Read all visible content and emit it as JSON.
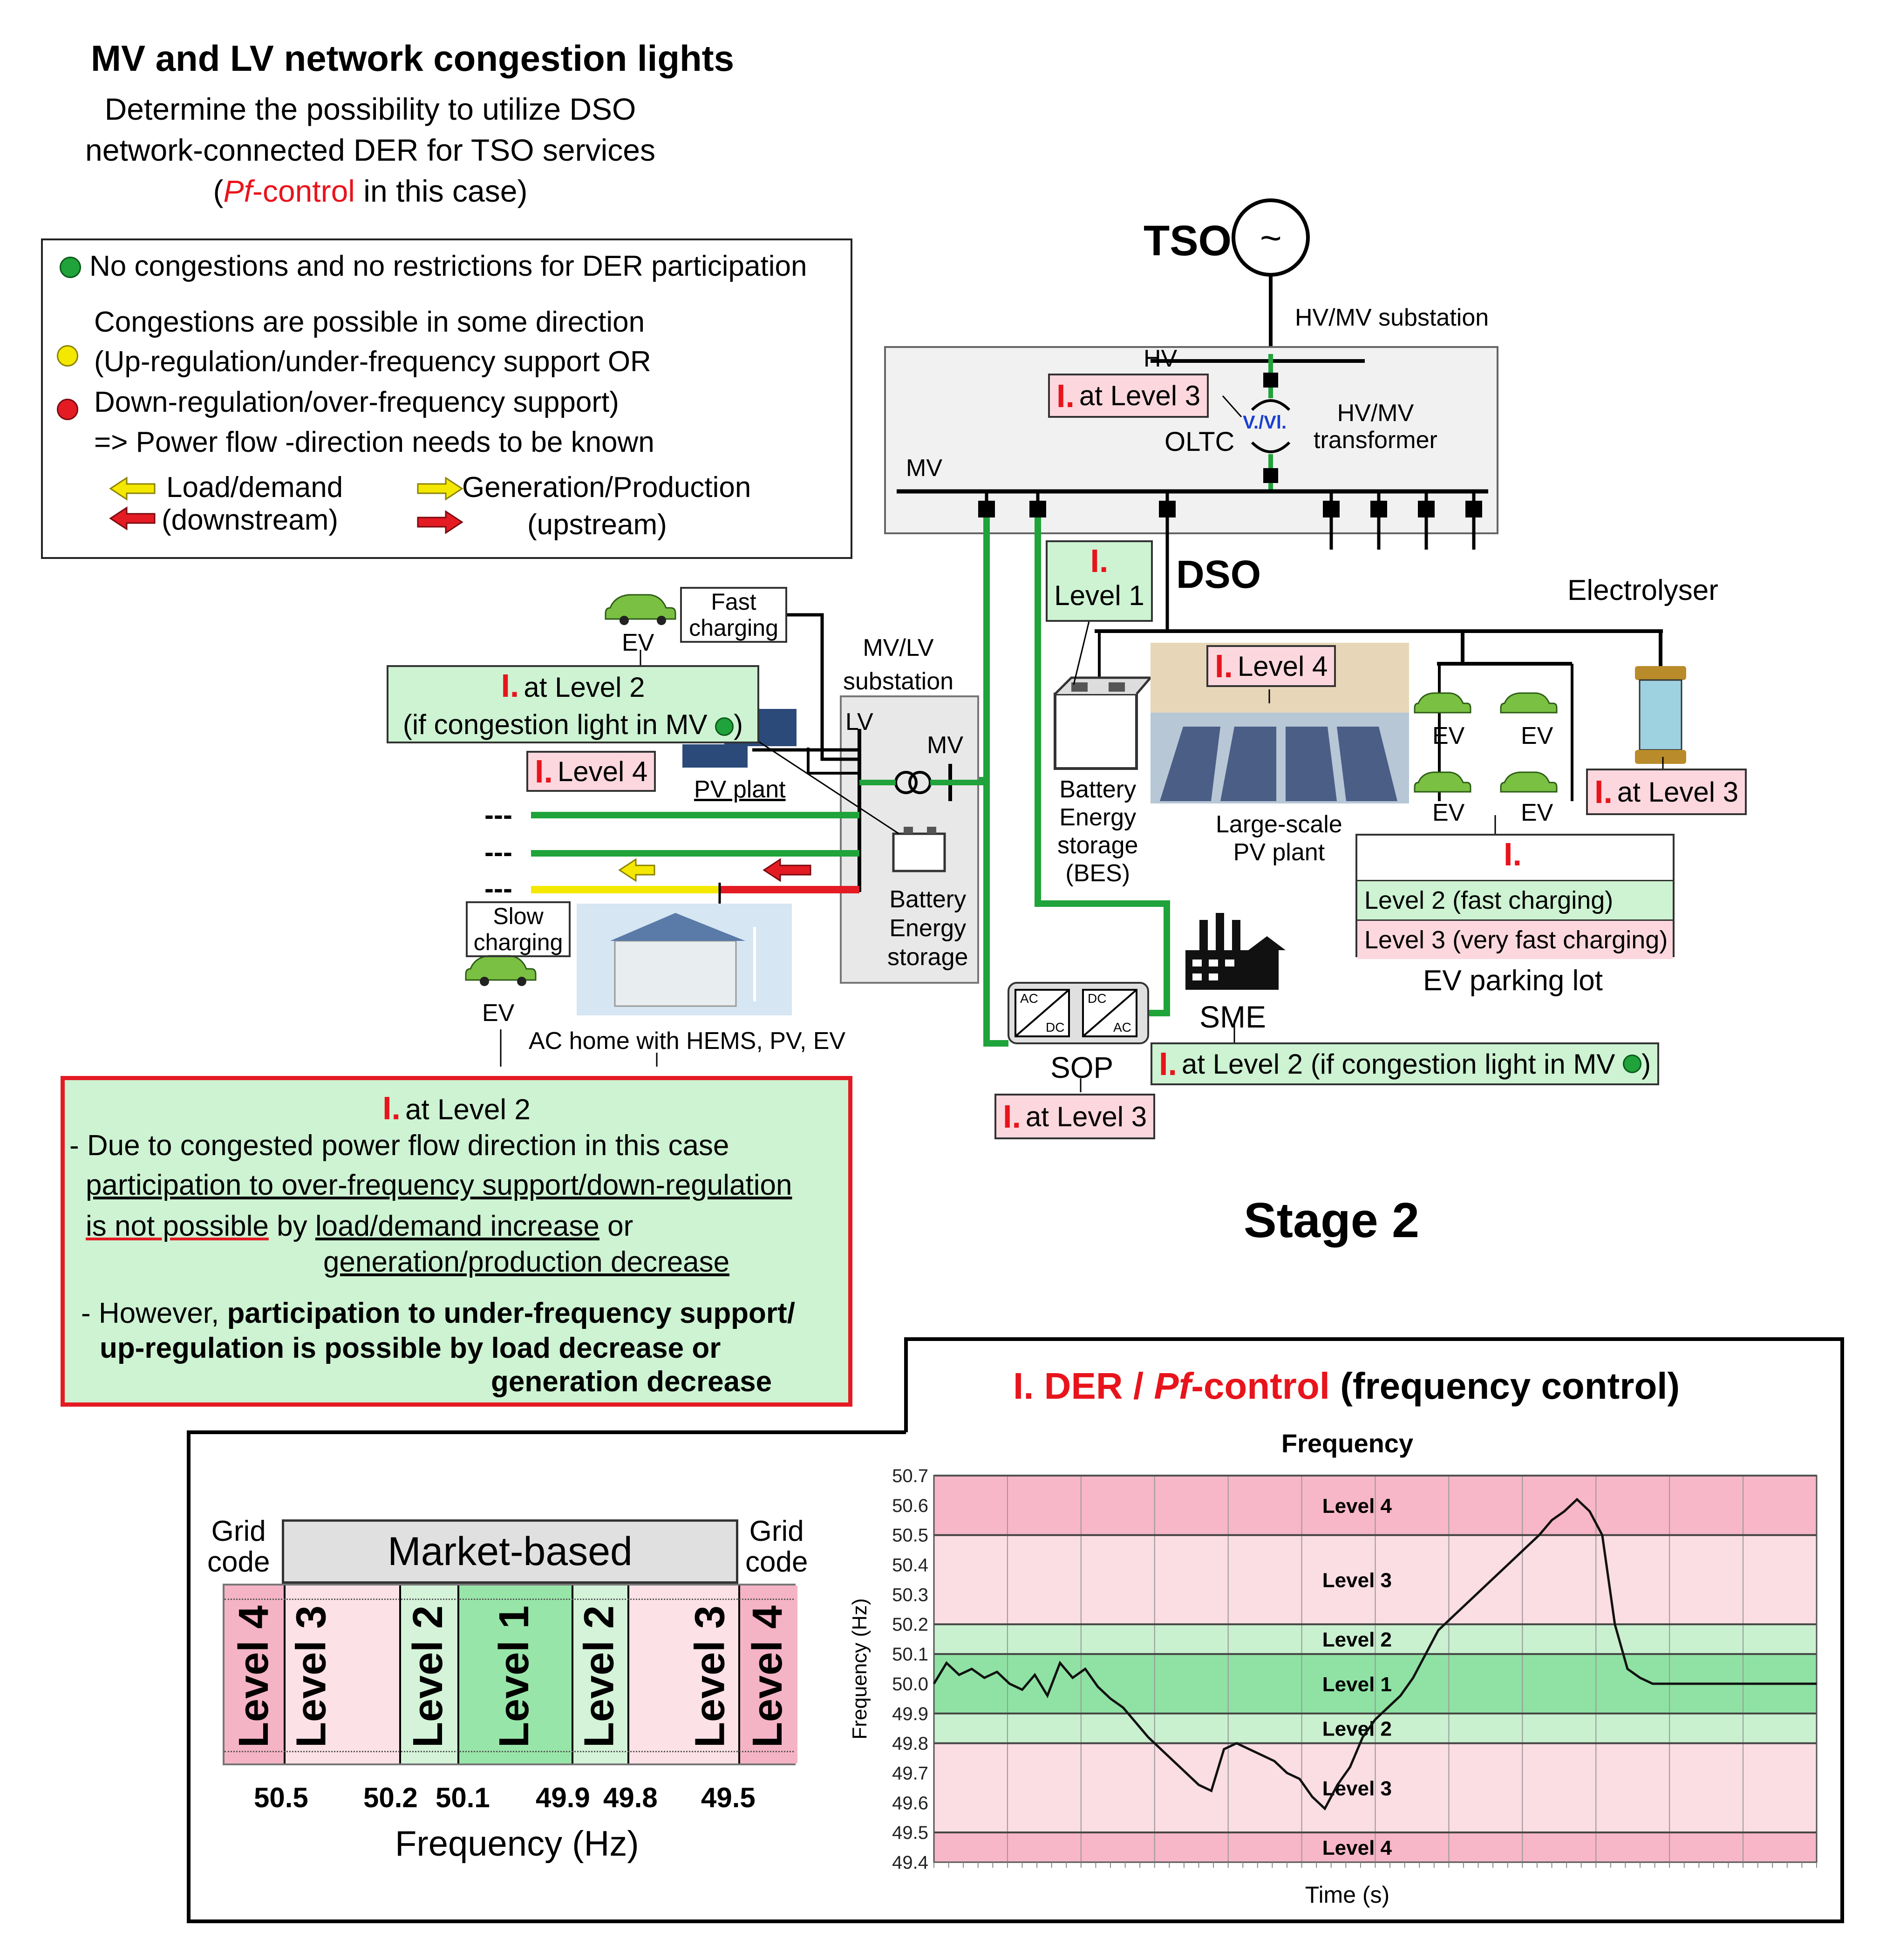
{
  "header": {
    "title": "MV and LV network congestion lights",
    "desc_line1": "Determine the possibility to utilize DSO",
    "desc_line2": "network-connected DER for TSO services",
    "desc_line3_open": "(",
    "desc_line3_pf": "Pf",
    "desc_line3_control": "-control",
    "desc_line3_rest": " in this case)"
  },
  "legend": {
    "green_text": "No congestions and no restrictions for DER participation",
    "line2": "Congestions are possible in some direction",
    "line3": "(Up-regulation/under-frequency support OR",
    "line4": "Down-regulation/over-frequency support)",
    "line5": "=> Power flow -direction needs to be known",
    "load_label": "Load/demand",
    "load_sub": "(downstream)",
    "gen_label": "Generation/Production",
    "gen_sub": "(upstream)",
    "colors": {
      "green": "#1fa33a",
      "yellow": "#f5e800",
      "red": "#e41b23"
    }
  },
  "network": {
    "tso": "TSO",
    "generator_symbol": "~",
    "hvmv_substation": "HV/MV substation",
    "hv": "HV",
    "mv": "MV",
    "oltc": "OLTC",
    "vvi": "V./Vl.",
    "hvmv_transformer_1": "HV/MV",
    "hvmv_transformer_2": "transformer",
    "dso": "DSO",
    "electrolyser": "Electrolyser",
    "mvlv_substation_1": "MV/LV",
    "mvlv_substation_2": "substation",
    "lv": "LV",
    "mv_small": "MV",
    "fast_charging_1": "Fast",
    "fast_charging_2": "charging",
    "ev": "EV",
    "pv_plant": "PV plant",
    "bes_small_1": "Battery",
    "bes_small_2": "Energy",
    "bes_small_3": "storage",
    "slow_charging_1": "Slow",
    "slow_charging_2": "charging",
    "ac_home": "AC home with HEMS, PV, EV",
    "battery_1": "Battery",
    "battery_2": "Energy",
    "battery_3": "storage",
    "battery_4": "(BES)",
    "large_pv_1": "Large-scale",
    "large_pv_2": "PV plant",
    "sme": "SME",
    "sop": "SOP",
    "ac": "AC",
    "dc": "DC",
    "ev_parking_lot": "EV parking lot",
    "dashes": "---"
  },
  "labels": {
    "I": "I.",
    "at_level_3": "at Level 3",
    "level_1": "Level 1",
    "level_4": "Level 4",
    "at_level_2": "at Level 2",
    "if_congestion": "(if congestion light in MV",
    "close_paren": ")",
    "at_level_2_if": "at Level 2 (if congestion light in MV",
    "parking_level2": "Level 2 (fast charging)",
    "parking_level3": "Level 3 (very fast charging)"
  },
  "infobox": {
    "title_rest": "at Level 2",
    "p1_l1": "- Due to congested power flow direction in this case",
    "p1_l2": "participation to over-frequency support/down-regulation",
    "p1_l3a": "is not possible",
    "p1_l3b": " by ",
    "p1_l3c": "load/demand increase",
    "p1_l3d": "  or",
    "p1_l4": "generation/production decrease",
    "p2_l1a": "- However, ",
    "p2_l1b": "participation to under-frequency support/",
    "p2_l2": "up-regulation is possible by load decrease or",
    "p2_l3": "generation decrease"
  },
  "stage": "Stage 2",
  "bottom": {
    "title_I": "I.",
    "title_der": " DER / ",
    "title_pf": "Pf",
    "title_control": "-control",
    "title_rest": " (frequency control)",
    "grid_code_1": "Grid",
    "grid_code_2": "code",
    "market_based": "Market-based",
    "band_labels": [
      "Level 4",
      "Level 3",
      "Level 2",
      "Level 1",
      "Level 2",
      "Level 3",
      "Level 4"
    ],
    "freq_ticks": [
      "50.5",
      "50.2",
      "50.1",
      "49.9",
      "49.8",
      "49.5"
    ],
    "xaxis": "Frequency (Hz)"
  },
  "chart_data": {
    "type": "line",
    "title": "Frequency",
    "xlabel": "Time (s)",
    "ylabel": "Frequency (Hz)",
    "ylim": [
      49.4,
      50.7
    ],
    "yticks": [
      "50.7",
      "50.6",
      "50.5",
      "50.4",
      "50.3",
      "50.2",
      "50.1",
      "50.0",
      "49.9",
      "49.8",
      "49.7",
      "49.6",
      "49.5",
      "49.4"
    ],
    "bands": [
      {
        "from": 50.5,
        "to": 50.7,
        "label": "Level 4",
        "color": "#f7b7c8"
      },
      {
        "from": 50.2,
        "to": 50.5,
        "label": "Level 3",
        "color": "#fbdde4"
      },
      {
        "from": 50.1,
        "to": 50.2,
        "label": "Level 2",
        "color": "#c9f0cf"
      },
      {
        "from": 49.9,
        "to": 50.1,
        "label": "Level 1",
        "color": "#8fe2a3"
      },
      {
        "from": 49.8,
        "to": 49.9,
        "label": "Level 2",
        "color": "#c9f0cf"
      },
      {
        "from": 49.5,
        "to": 49.8,
        "label": "Level 3",
        "color": "#fbdde4"
      },
      {
        "from": 49.4,
        "to": 49.5,
        "label": "Level 4",
        "color": "#f7b7c8"
      }
    ],
    "series": [
      {
        "x": [
          0,
          0.5,
          1,
          1.5,
          2,
          2.5,
          3,
          3.5,
          4,
          4.5,
          5,
          5.5,
          6,
          6.5,
          7,
          7.5,
          8,
          8.5,
          9,
          9.5,
          10,
          10.5,
          11,
          11.5,
          12,
          12.5,
          13,
          13.5,
          14,
          14.5,
          15,
          15.5,
          16,
          16.5,
          17,
          17.5,
          18,
          18.5,
          19,
          19.5,
          20,
          20.5,
          21,
          21.5,
          22,
          22.5,
          23,
          23.5,
          24,
          24.5,
          25,
          25.5,
          26,
          26.5,
          27,
          27.5,
          28,
          28.5,
          29,
          29.5,
          30,
          30.5,
          31,
          31.5,
          32,
          32.5,
          33,
          33.5,
          34,
          34.5,
          35
        ],
        "values": [
          50.0,
          50.07,
          50.03,
          50.05,
          50.02,
          50.04,
          50.0,
          49.98,
          50.03,
          49.96,
          50.07,
          50.02,
          50.05,
          49.99,
          49.95,
          49.92,
          49.87,
          49.82,
          49.78,
          49.74,
          49.7,
          49.66,
          49.64,
          49.78,
          49.8,
          49.78,
          49.76,
          49.74,
          49.7,
          49.68,
          49.62,
          49.58,
          49.66,
          49.72,
          49.82,
          49.88,
          49.92,
          49.96,
          50.02,
          50.1,
          50.18,
          50.22,
          50.26,
          50.3,
          50.34,
          50.38,
          50.42,
          50.46,
          50.5,
          50.55,
          50.58,
          50.62,
          50.58,
          50.5,
          50.2,
          50.05,
          50.02,
          50.0,
          50.0,
          50.0,
          50.0,
          50.0,
          50.0,
          50.0,
          50.0,
          50.0,
          50.0,
          50.0,
          50.0,
          50.0,
          50.0
        ]
      }
    ]
  }
}
